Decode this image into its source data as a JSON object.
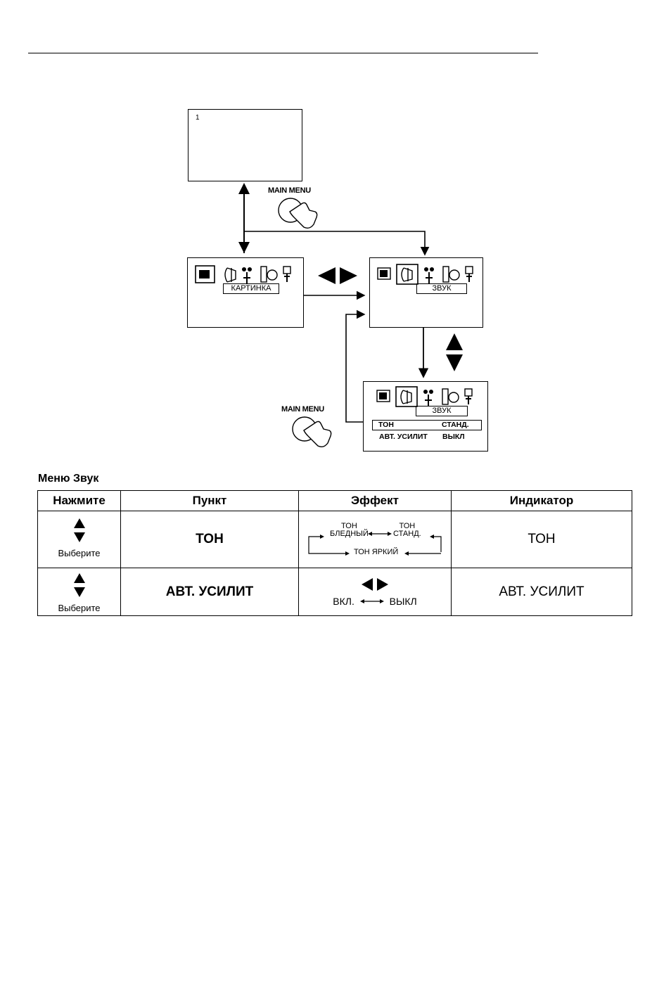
{
  "top_screen": {
    "channel_number": "1"
  },
  "buttons": {
    "main_menu_label": "MAIN MENU"
  },
  "menus": {
    "picture_label": "КАРТИНКА",
    "sound_label": "ЗВУК"
  },
  "submenu": {
    "rows": [
      {
        "item": "ТОН",
        "value": "СТАНД."
      },
      {
        "item": "АВТ. УСИЛИТ",
        "value": "ВЫКЛ"
      }
    ]
  },
  "table": {
    "title": "Меню Звук",
    "headers": [
      "Нажмите",
      "Пункт",
      "Эффект",
      "Индикатор"
    ],
    "rows": [
      {
        "press": "Выберите",
        "item": "ТОН",
        "effect": {
          "top_left": "ТОН",
          "top_left_2": "БЛЕДНЫЙ",
          "top_right": "ТОН",
          "top_right_2": "СТАНД.",
          "bottom": "ТОН ЯРКИЙ"
        },
        "indicator": "ТОН"
      },
      {
        "press": "Выберите",
        "item": "АВТ. УСИЛИТ",
        "effect": {
          "left": "ВКЛ.",
          "right": "ВЫКЛ"
        },
        "indicator": "АВТ. УСИЛИТ"
      }
    ]
  }
}
